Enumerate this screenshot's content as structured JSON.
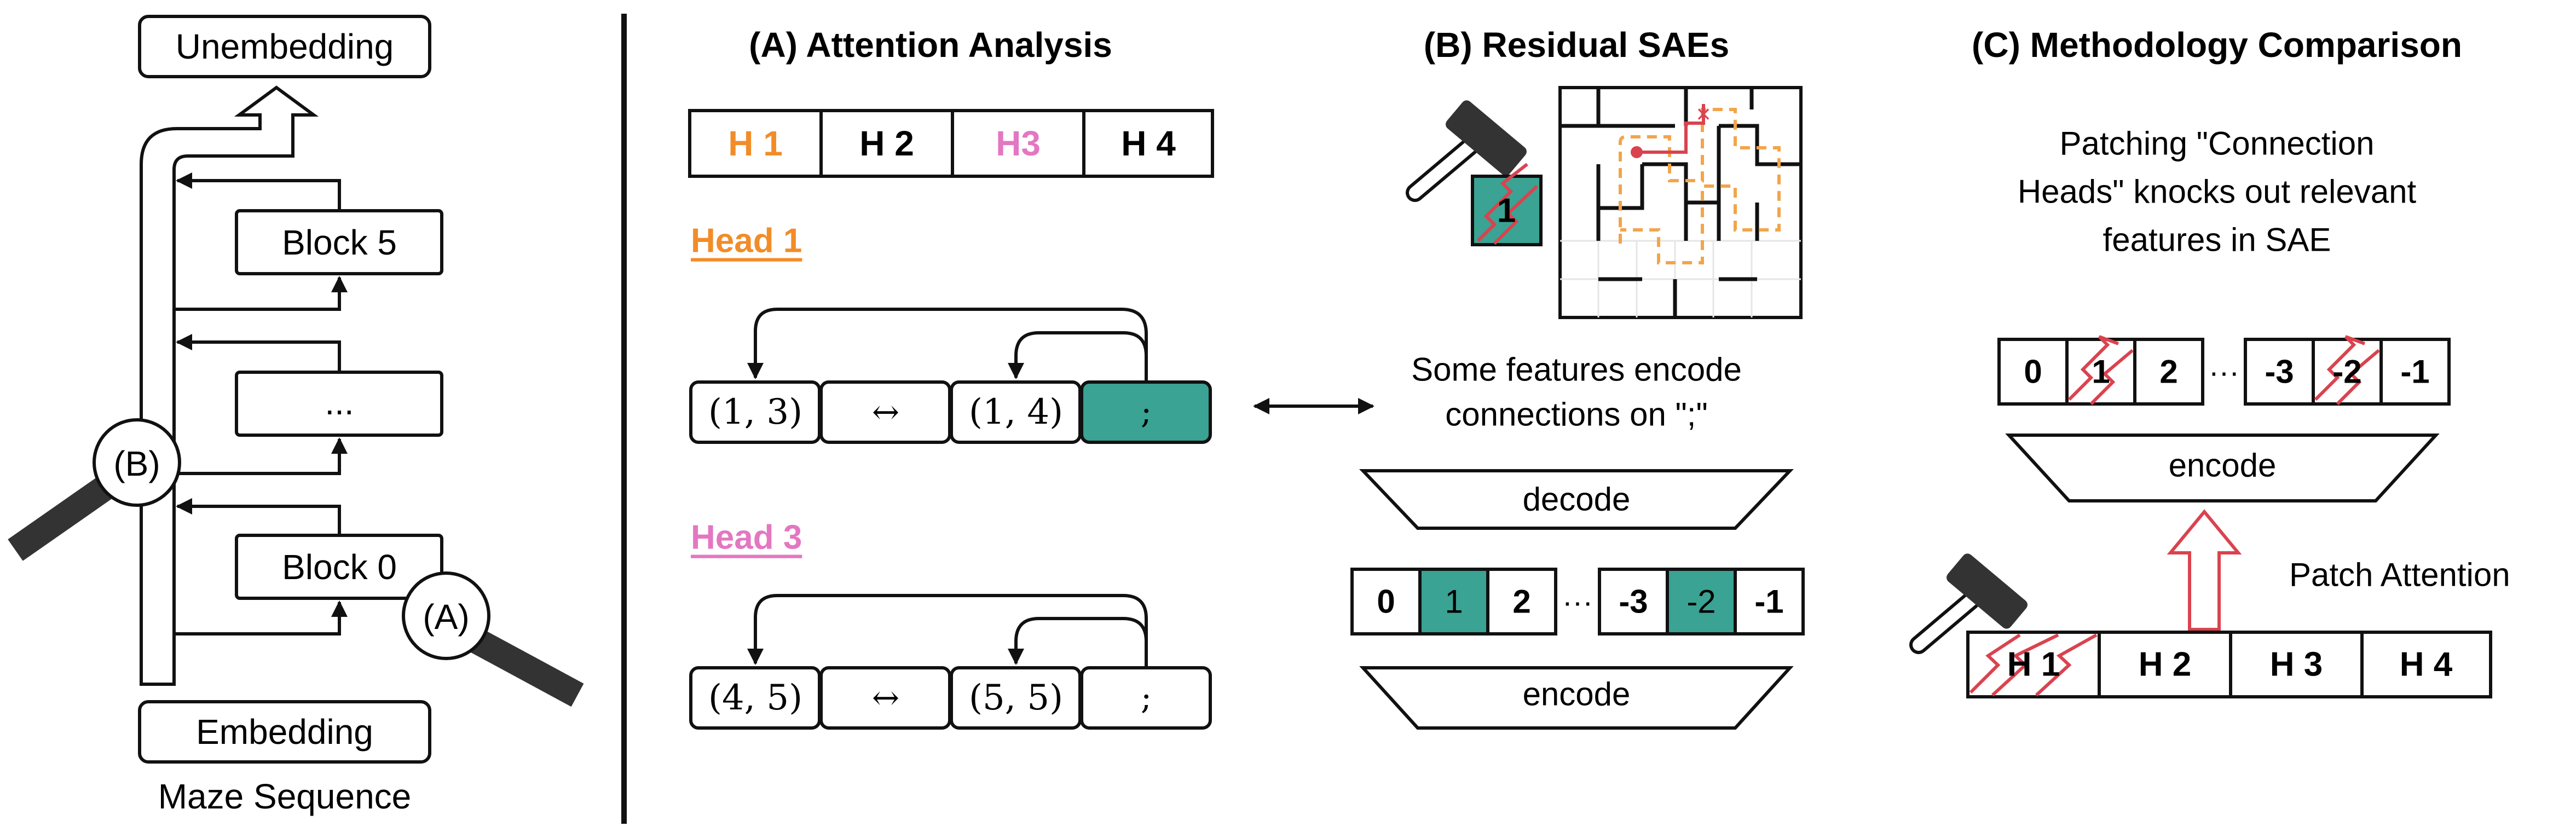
{
  "colors": {
    "orange": "#f28c28",
    "pink": "#e377c2",
    "teal": "#3aa393",
    "red": "#d9434f",
    "dark": "#333333",
    "maze_path": "#f2a54a"
  },
  "left": {
    "unembedding": "Unembedding",
    "block5": "Block 5",
    "ellipsis": "...",
    "block0": "Block 0",
    "embedding": "Embedding",
    "caption": "Maze Sequence",
    "lens_b": "(B)",
    "lens_a": "(A)"
  },
  "panel_a": {
    "title": "(A) Attention Analysis",
    "heads": [
      "H 1",
      "H 2",
      "H3",
      "H 4"
    ],
    "head1_label": "Head 1",
    "head3_label": "Head 3",
    "row1": [
      "(1, 3)",
      "↔",
      "(1, 4)",
      ";"
    ],
    "row2": [
      "(4, 5)",
      "↔",
      "(5, 5)",
      ";"
    ]
  },
  "panel_b": {
    "title": "(B) Residual SAEs",
    "hammer_box": "1",
    "features_text": [
      "Some features encode",
      "connections on \";\""
    ],
    "decode": "decode",
    "encode": "encode",
    "sae_cells": [
      "0",
      "1",
      "2",
      "···",
      "-3",
      "-2",
      "-1"
    ],
    "maze_mark": "×"
  },
  "panel_c": {
    "title": "(C) Methodology Comparison",
    "text": [
      "Patching \"Connection",
      "Heads\" knocks out relevant",
      "features in SAE"
    ],
    "sae_cells": [
      "0",
      "1",
      "2",
      "···",
      "-3",
      "-2",
      "-1"
    ],
    "encode": "encode",
    "patch_label": "Patch Attention",
    "heads": [
      "H 1",
      "H 2",
      "H 3",
      "H 4"
    ]
  }
}
